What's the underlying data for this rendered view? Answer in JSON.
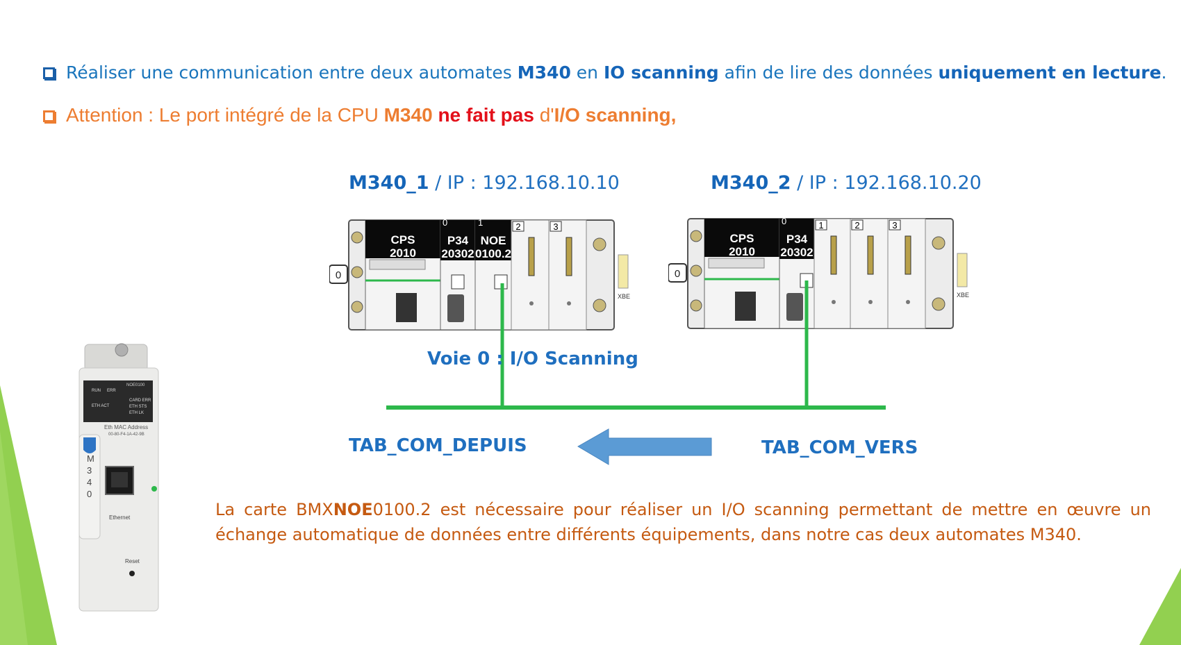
{
  "bullets": [
    {
      "parts": [
        "Réaliser une communication entre deux automates ",
        "M340",
        " en ",
        "IO scanning",
        " afin de lire des données ",
        "uniquement en lecture",
        "."
      ]
    },
    {
      "parts": [
        "Attention : Le port intégré de la CPU ",
        "M340",
        " ",
        "ne fait pas",
        " d'",
        "I/O scanning,"
      ]
    }
  ],
  "plc1": {
    "name": "M340_1",
    "ip": " / IP : 192.168.10.10",
    "rack_number": "0",
    "slots": [
      "0",
      "1",
      "2",
      "3"
    ],
    "modules": {
      "power": [
        "CPS",
        "2010"
      ],
      "cpu": [
        "P34",
        "20302"
      ],
      "noe": [
        "NOE",
        "0100.2"
      ],
      "ext": "XBE"
    }
  },
  "plc2": {
    "name": "M340_2",
    "ip": " / IP : 192.168.10.20",
    "rack_number": "0",
    "slots": [
      "0",
      "1",
      "2",
      "3"
    ],
    "modules": {
      "power": [
        "CPS",
        "2010"
      ],
      "cpu": [
        "P34",
        "20302"
      ],
      "ext": "XBE"
    }
  },
  "labels": {
    "voie": "Voie 0 : I/O Scanning",
    "depuis": "TAB_COM_DEPUIS",
    "vers": "TAB_COM_VERS"
  },
  "module_photo": {
    "model": "NOE0100",
    "leds_left": [
      "RUN",
      "ERR",
      "ETH ACT"
    ],
    "leds_right": [
      "CARD ERR",
      "ETH STS",
      "ETH LK"
    ],
    "mac_label": "Eth MAC Address",
    "mac": "00-80-F4-1A-42-9B",
    "series": [
      "M",
      "3",
      "4",
      "0"
    ],
    "port_label": "Ethernet",
    "reset_label": "Reset"
  },
  "description": {
    "parts": [
      "La carte BMX",
      "NOE",
      "0100.2 est nécessaire pour réaliser un I/O scanning permettant de mettre en œuvre un échange automatique de données entre différents équipements, dans notre cas deux automates M340."
    ]
  },
  "colors": {
    "blue": "#1a75bc",
    "orange": "#ed7d31",
    "red": "#e3101a",
    "green_network": "#2db84b",
    "arrow": "#5b9bd5",
    "desc": "#c55a11",
    "green_deco": "#92d050"
  }
}
